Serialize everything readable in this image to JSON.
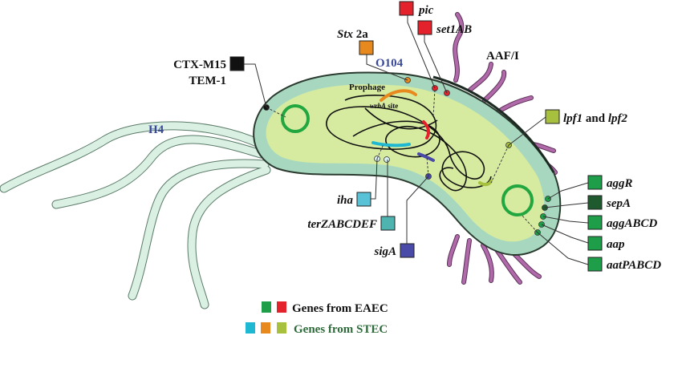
{
  "labels": {
    "ctx": "CTX-M15",
    "tem": "TEM-1",
    "h4": "H4",
    "stx_italic": "Stx",
    "stx_rest": " 2a",
    "o104": "O104",
    "pic": "pic",
    "set1ab": "set1AB",
    "aaf": "AAF/I",
    "prophage": "Prophage",
    "wrba_italic": "wrbA",
    "wrba_rest": " site",
    "lpf1": "lpf1",
    "lpf_and": " and ",
    "lpf2": "lpf2",
    "iha": "iha",
    "ter": "terZABCDEF",
    "siga": "sigA",
    "aggr": "aggR",
    "sepa": "sepA",
    "aggabcd": "aggABCD",
    "aap": "aap",
    "aatpabcd": "aatPABCD"
  },
  "legend": {
    "eaec_label": "Genes from EAEC",
    "stec_label": "Genes from STEC",
    "eaec_colors": [
      "#1f9e4a",
      "#e3222b"
    ],
    "stec_colors": [
      "#1fb8d2",
      "#e8891e",
      "#a7c03e"
    ]
  },
  "colors": {
    "cell_body": "#d6eba0",
    "cell_edge": "#a7d8bf",
    "flagella": "#d9f0e2",
    "fimbriae": "#b06aa9",
    "plasmid": "#22a640",
    "ctx_box": "#111111",
    "stx_box": "#e8891e",
    "pic_box": "#e3222b",
    "lpf_box": "#a7c03e",
    "iha_box": "#59c2d6",
    "ter_box": "#4fb3b0",
    "siga_box": "#4a4aa8",
    "aggr_box": "#1f9e4a",
    "sepa_box": "#1e5a2e",
    "label_blue": "#3a4a9a"
  }
}
